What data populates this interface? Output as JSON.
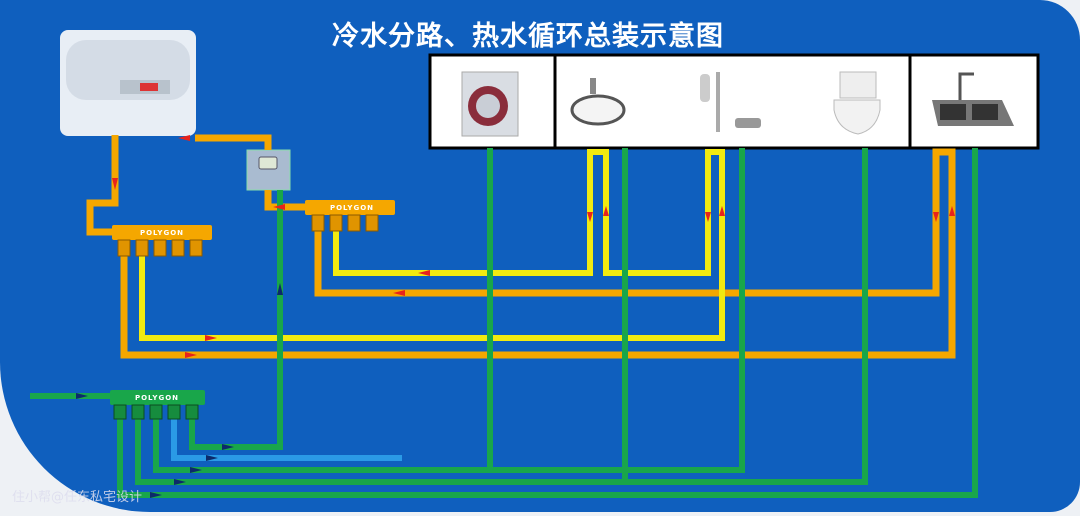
{
  "title": "冷水分路、热水循环总装示意图",
  "manifolds": {
    "hot_main": "POLYGON",
    "hot_return": "POLYGON",
    "cold": "POLYGON"
  },
  "fixtures": [
    "washing-machine",
    "basin",
    "shower",
    "toilet",
    "kitchen-sink"
  ],
  "watermark": "住小帮@任东私宅设计",
  "colors": {
    "background": "#0f5fbe",
    "hot_supply": "#f5a700",
    "hot_return": "#f2ea10",
    "cold": "#19a64a",
    "cold_branch": "#2a9ae6",
    "hot_arrow": "#e8231c",
    "cold_arrow": "#0c2a6a"
  }
}
